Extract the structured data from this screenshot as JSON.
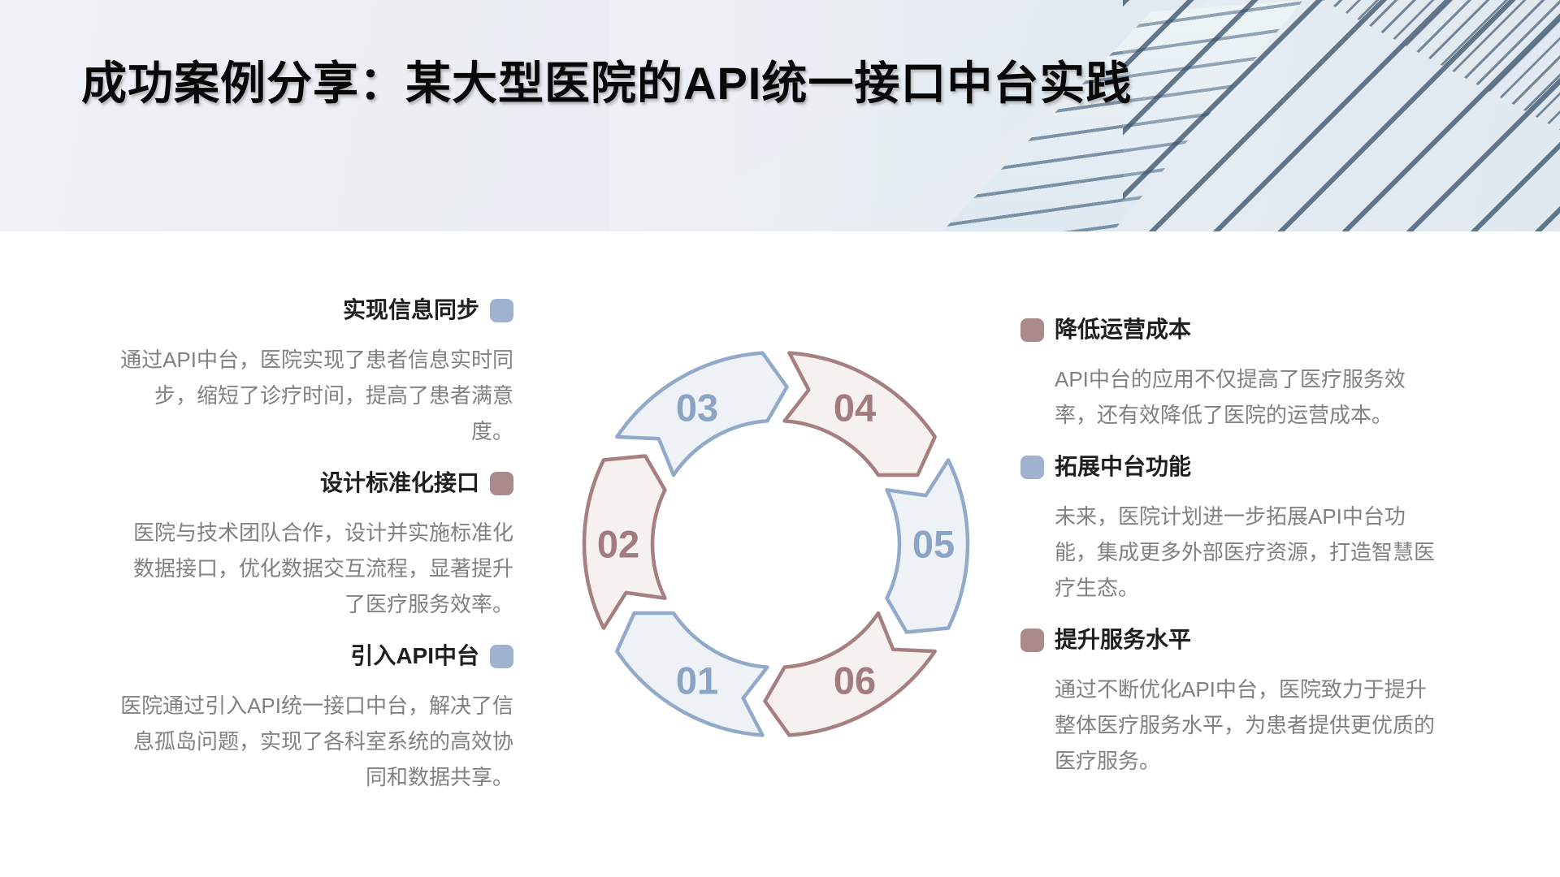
{
  "slide": {
    "title": "成功案例分享：某大型医院的API统一接口中台实践"
  },
  "colors": {
    "marker_blue": "#9fb2cf",
    "marker_rose": "#ab8a8c",
    "seg_blue_fill": "#eef2f6",
    "seg_blue_stroke": "#92aac9",
    "seg_rose_fill": "#f6f0ef",
    "seg_rose_stroke": "#a67f81",
    "num_blue": "#8ba4c6",
    "num_rose": "#a17b7e",
    "heading_text": "#1f1f1f",
    "body_text": "#818181"
  },
  "left_items": [
    {
      "title": "实现信息同步",
      "marker": "blue",
      "text": "通过API中台，医院实现了患者信息实时同步，缩短了诊疗时间，提高了患者满意度。"
    },
    {
      "title": "设计标准化接口",
      "marker": "rose",
      "text": "医院与技术团队合作，设计并实施标准化数据接口，优化数据交互流程，显著提升了医疗服务效率。"
    },
    {
      "title": "引入API中台",
      "marker": "blue",
      "text": "医院通过引入API统一接口中台，解决了信息孤岛问题，实现了各科室系统的高效协同和数据共享。"
    }
  ],
  "right_items": [
    {
      "title": "降低运营成本",
      "marker": "rose",
      "text": "API中台的应用不仅提高了医疗服务效率，还有效降低了医院的运营成本。"
    },
    {
      "title": "拓展中台功能",
      "marker": "blue",
      "text": "未来，医院计划进一步拓展API中台功能，集成更多外部医疗资源，打造智慧医疗生态。"
    },
    {
      "title": "提升服务水平",
      "marker": "rose",
      "text": "通过不断优化API中台，医院致力于提升整体医疗服务水平，为患者提供更优质的医疗服务。"
    }
  ],
  "cycle": {
    "segments": [
      {
        "label": "01",
        "angle_deg": 120,
        "scheme": "blue"
      },
      {
        "label": "02",
        "angle_deg": 180,
        "scheme": "rose"
      },
      {
        "label": "03",
        "angle_deg": 240,
        "scheme": "blue"
      },
      {
        "label": "04",
        "angle_deg": 300,
        "scheme": "rose"
      },
      {
        "label": "05",
        "angle_deg": 0,
        "scheme": "blue"
      },
      {
        "label": "06",
        "angle_deg": 60,
        "scheme": "rose"
      }
    ]
  }
}
